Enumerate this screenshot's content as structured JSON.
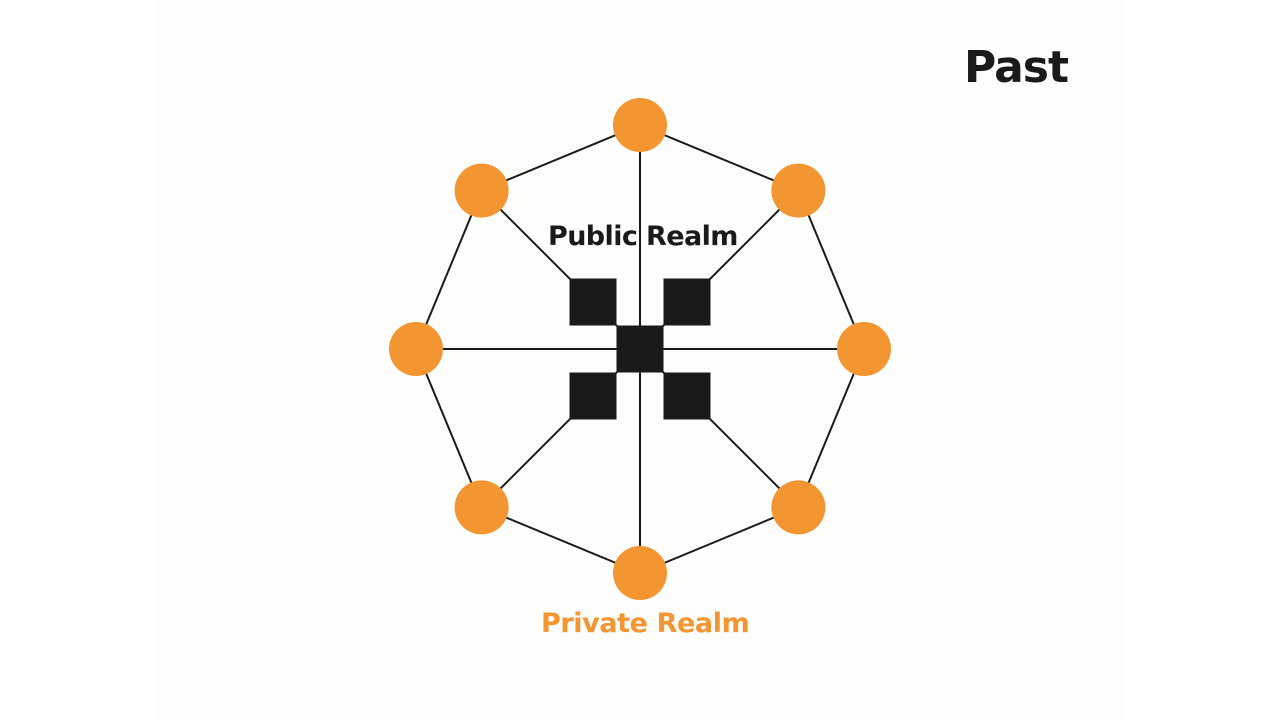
{
  "slide": {
    "title": "Past"
  },
  "diagram": {
    "public_label": "Public Realm",
    "private_label": "Private Realm",
    "node_count": 8,
    "block_count": 5
  },
  "colors": {
    "background": "#fdfdfb",
    "ink": "#1a1a18",
    "accent": "#f39530"
  }
}
